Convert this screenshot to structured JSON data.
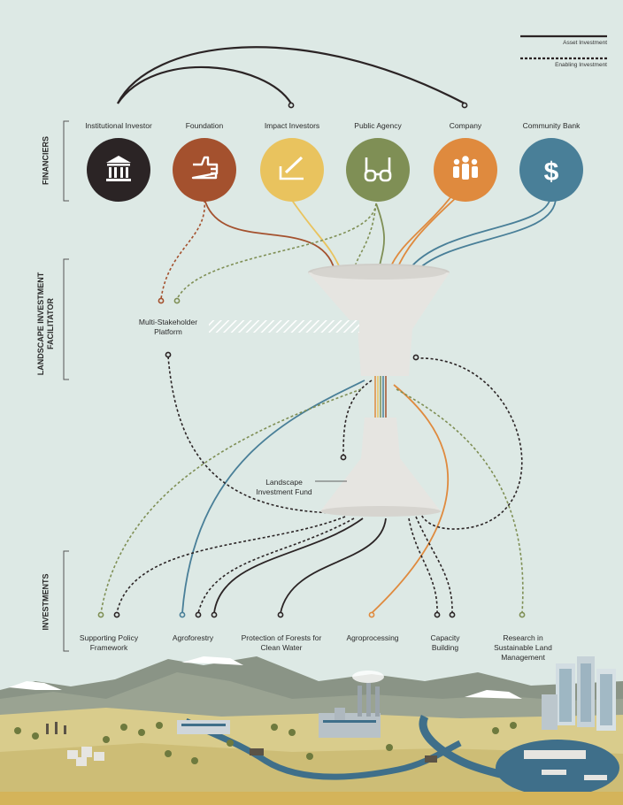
{
  "legend": {
    "asset": "Asset Investment",
    "enabling": "Enabling Investment"
  },
  "sections": {
    "financiers": "FINANCIERS",
    "facilitator": "LANDSCAPE INVESTMENT FACILITATOR",
    "investments": "INVESTMENTS"
  },
  "financiers": [
    {
      "label": "Institutional Investor",
      "color": "#2b2425",
      "icon": "bank-icon"
    },
    {
      "label": "Foundation",
      "color": "#a4512e",
      "icon": "hand-giving-icon"
    },
    {
      "label": "Impact Investors",
      "color": "#e9c35e",
      "icon": "pen-check-icon"
    },
    {
      "label": "Public Agency",
      "color": "#7f8f55",
      "icon": "glasses-icon"
    },
    {
      "label": "Company",
      "color": "#df8a3e",
      "icon": "people-icon"
    },
    {
      "label": "Community Bank",
      "color": "#497f98",
      "icon": "dollar-icon"
    }
  ],
  "platform": {
    "label": "Multi-Stakeholder Platform"
  },
  "fund": {
    "label": "Landscape Investment Fund"
  },
  "investments": [
    {
      "label": "Supporting Policy Framework"
    },
    {
      "label": "Agroforestry"
    },
    {
      "label": "Protection of Forests for Clean Water"
    },
    {
      "label": "Agroprocessing"
    },
    {
      "label": "Capacity Building"
    },
    {
      "label": "Research in Sustainable Land Management"
    }
  ],
  "colors": {
    "background": "#dde9e5",
    "funnel": "#e6e5e1",
    "dark_line": "#2b2425",
    "land": "#d9cc8c",
    "mountain": "#8a9486",
    "water": "#3f6f8a"
  }
}
